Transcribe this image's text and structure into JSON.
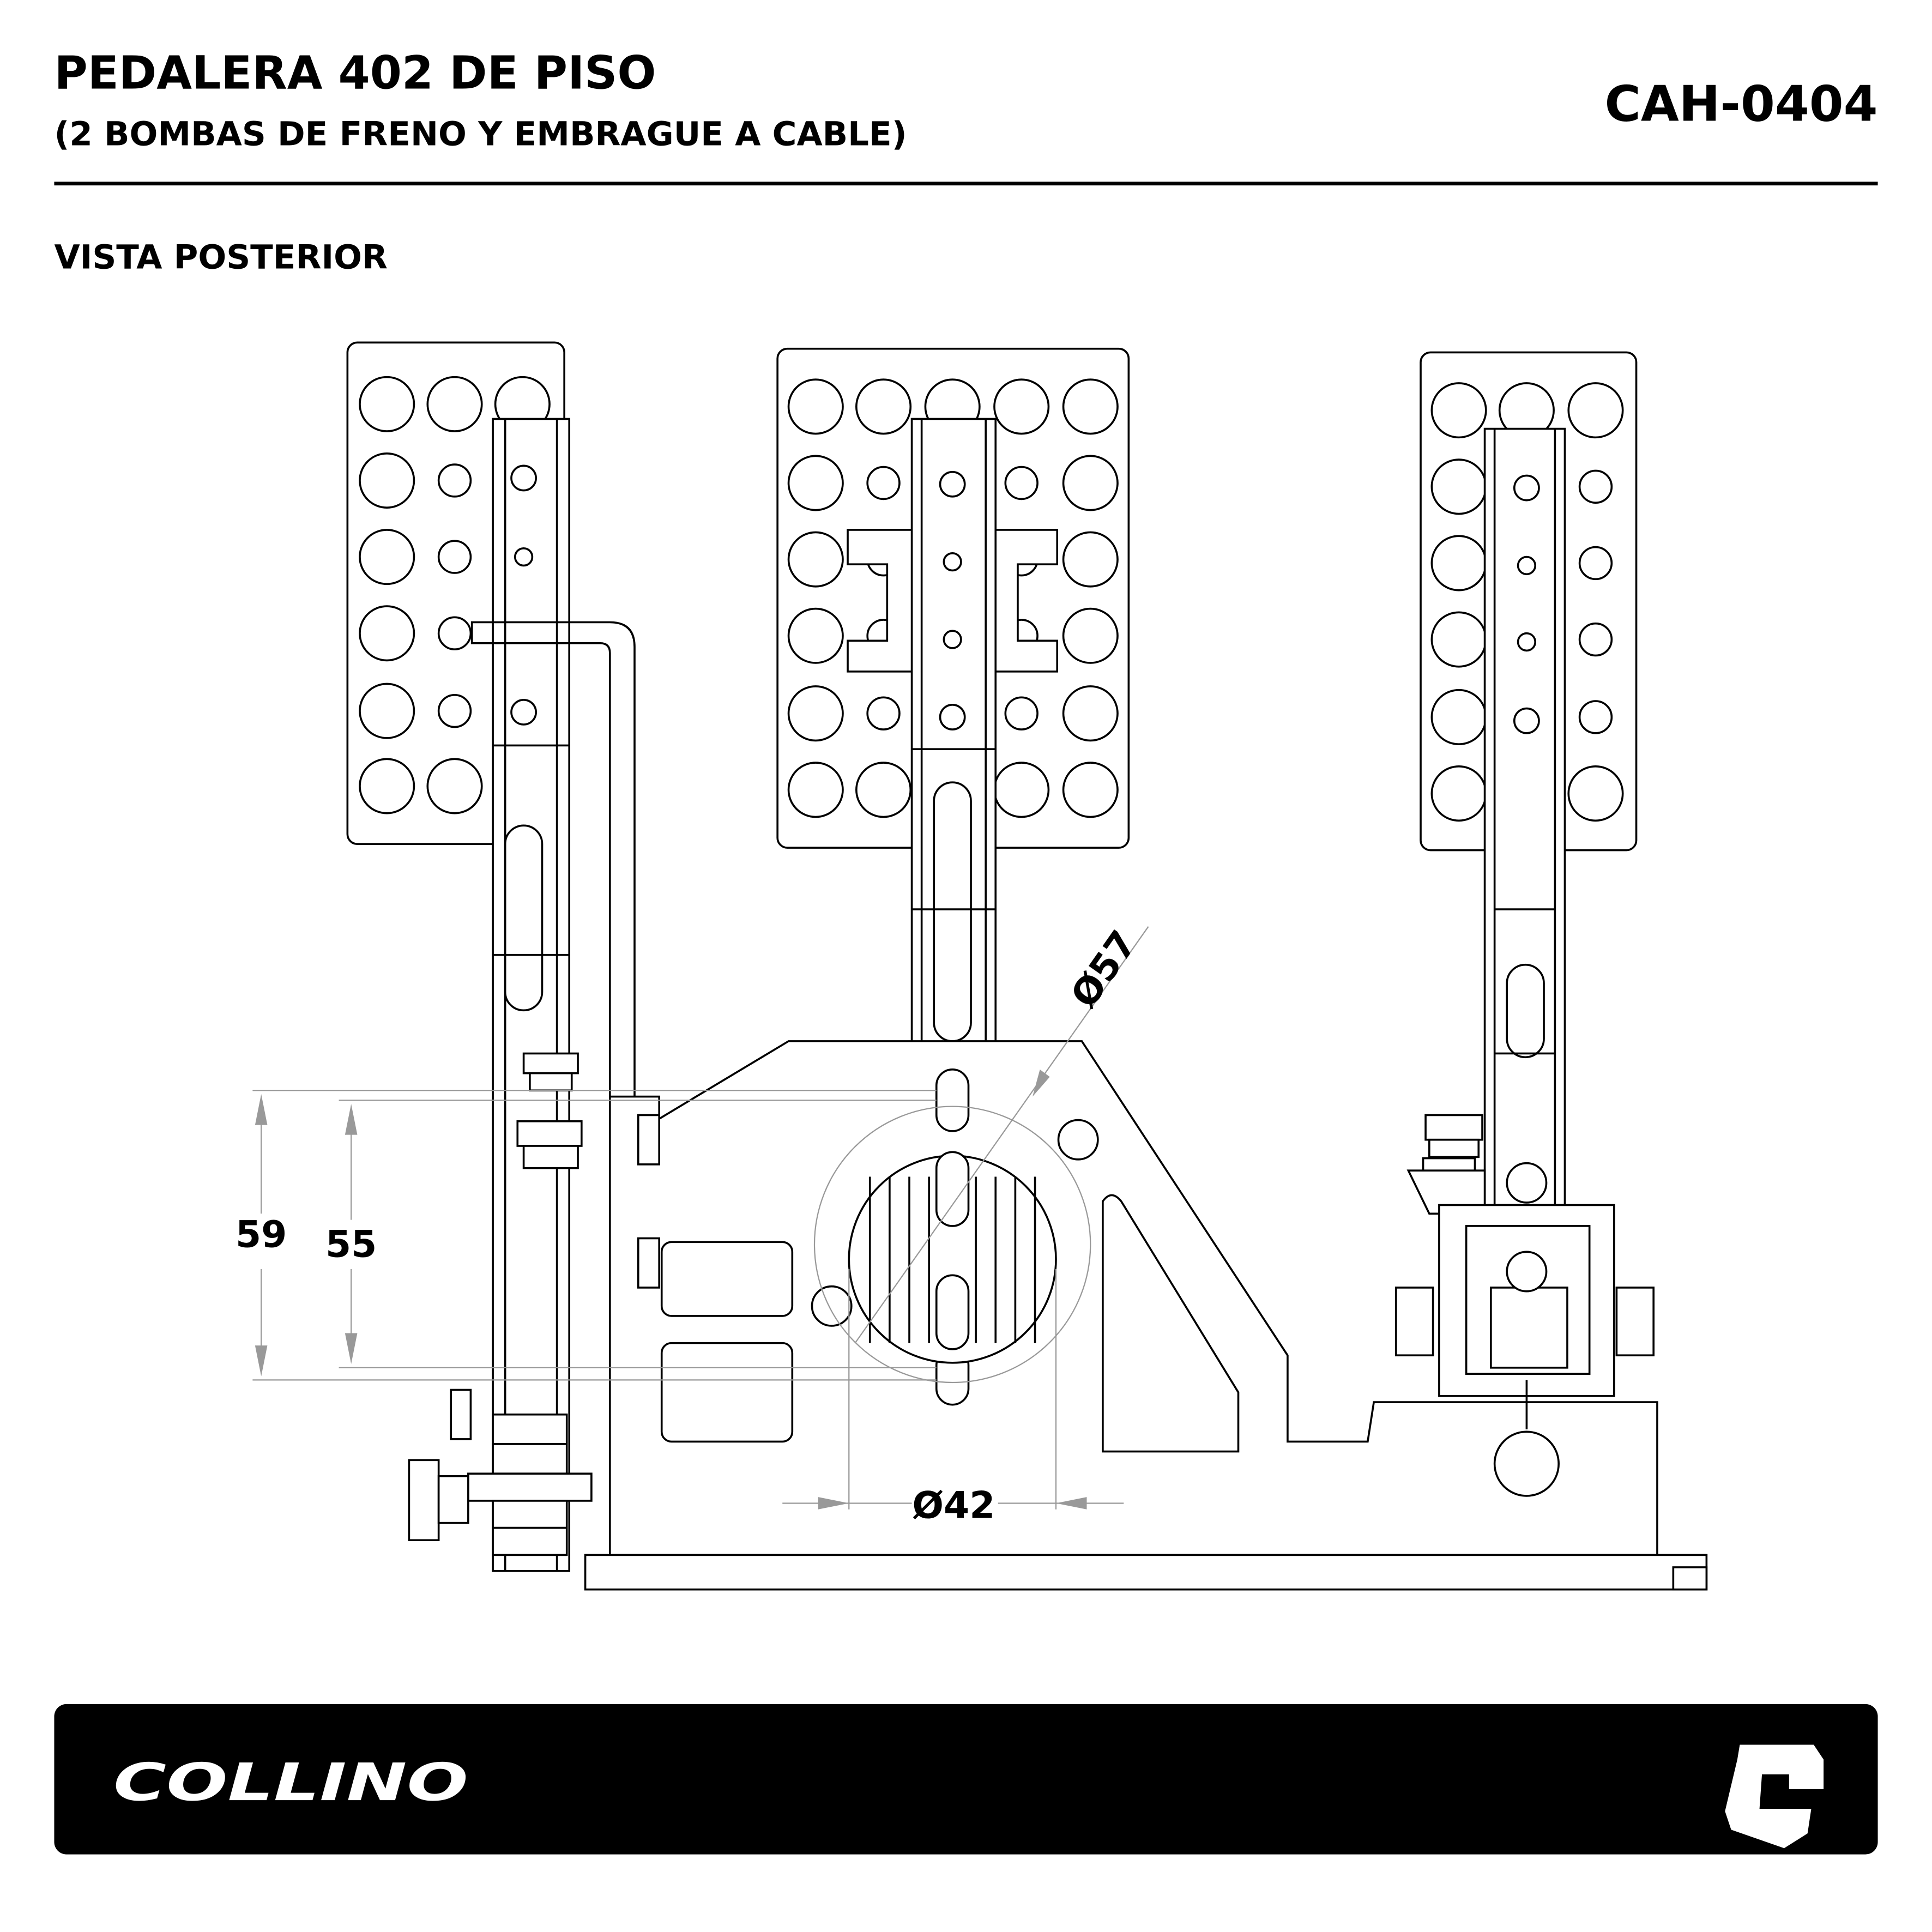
{
  "header": {
    "title": "PEDALERA 402 DE PISO",
    "subtitle": "(2 BOMBAS DE FRENO Y EMBRAGUE A CABLE)",
    "code": "CAH-0404"
  },
  "view_label": "VISTA POSTERIOR",
  "dimensions": {
    "outer_diameter": "Ø57",
    "inner_diameter": "Ø42",
    "height_outer": "59",
    "height_inner": "55"
  },
  "footer": {
    "brand": "COLLINO",
    "logo_letter": "C",
    "background_color": "#000000"
  }
}
